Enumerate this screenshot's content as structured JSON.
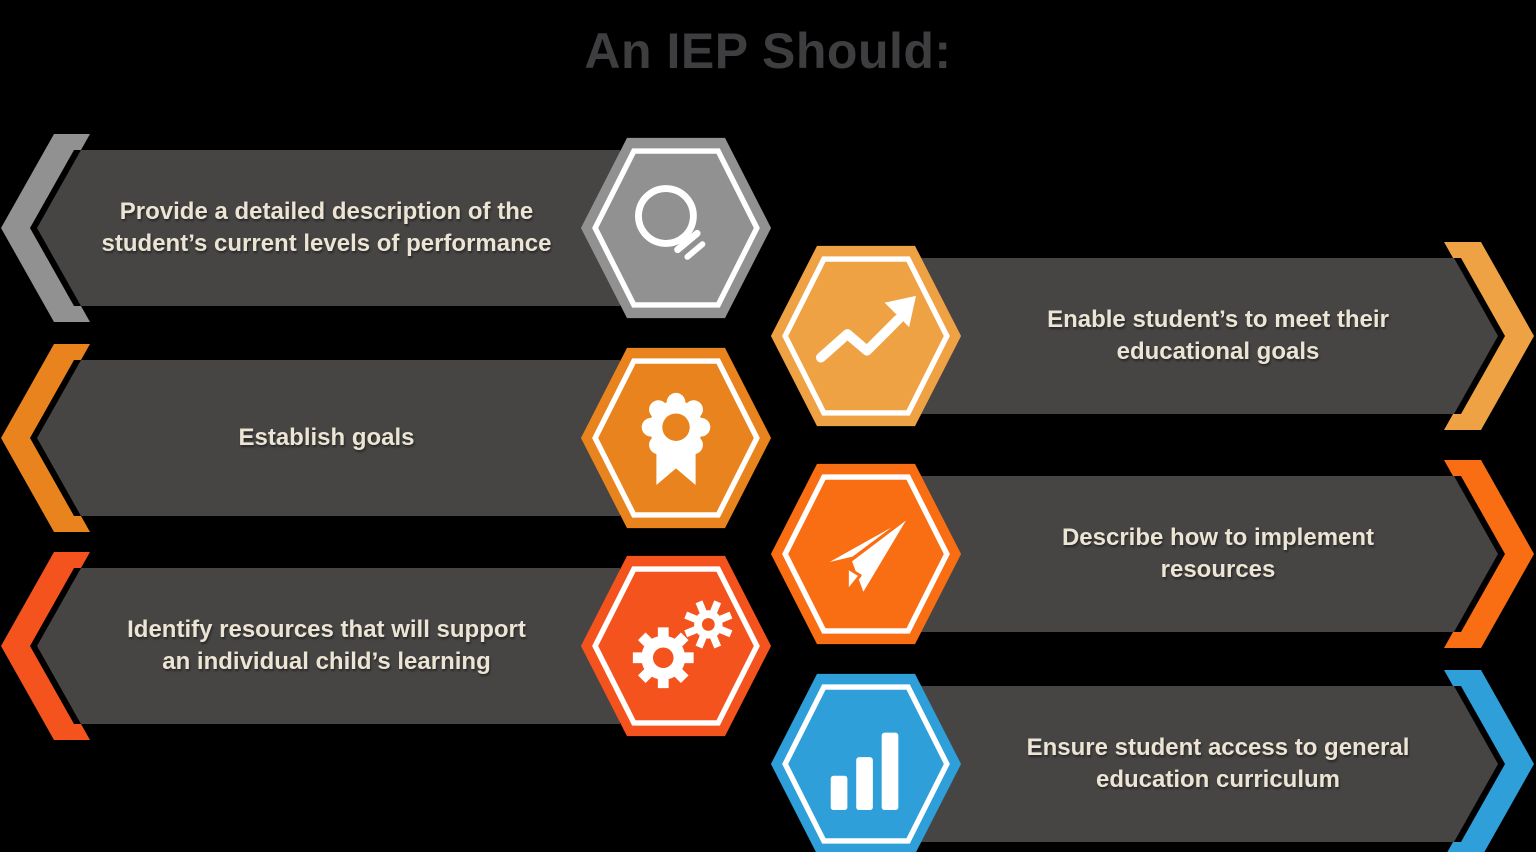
{
  "title": "An IEP Should:",
  "colors": {
    "background": "#000000",
    "title_text": "#3e3e40",
    "banner": "#464544",
    "banner_text": "#ece4d4",
    "gray": "#919191",
    "orange": "#e8831d",
    "red_orange": "#f4531d",
    "amber": "#eea243",
    "bright_orange": "#fa6e13",
    "blue": "#2e9fd9"
  },
  "rows": [
    {
      "side": "left",
      "icon": "lightbulb-icon",
      "accent": "#919191",
      "text": "Provide a detailed description of the\nstudent’s current levels of performance"
    },
    {
      "side": "left",
      "icon": "award-ribbon-icon",
      "accent": "#e8831d",
      "text": "Establish goals"
    },
    {
      "side": "left",
      "icon": "gears-icon",
      "accent": "#f4531d",
      "text": "Identify resources that will support\nan individual child’s learning"
    },
    {
      "side": "right",
      "icon": "trending-up-arrow-icon",
      "accent": "#eea243",
      "text": "Enable student’s to meet their\neducational goals"
    },
    {
      "side": "right",
      "icon": "paper-plane-icon",
      "accent": "#fa6e13",
      "text": "Describe how to implement resources"
    },
    {
      "side": "right",
      "icon": "bar-chart-icon",
      "accent": "#2e9fd9",
      "text": "Ensure student access to general\neducation curriculum"
    }
  ]
}
